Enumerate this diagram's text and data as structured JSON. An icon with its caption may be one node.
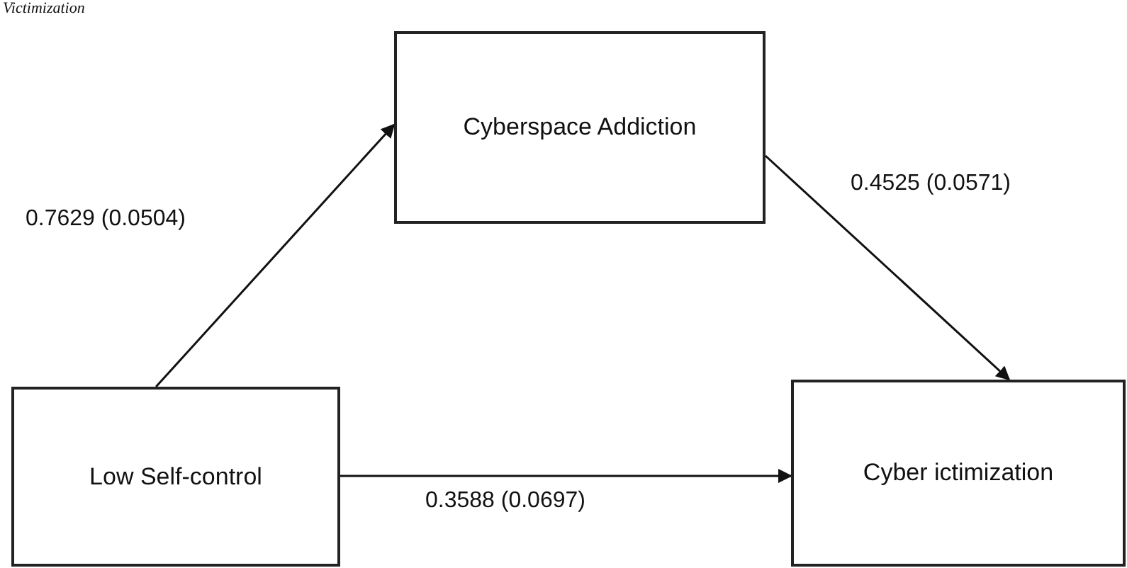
{
  "diagram": {
    "nodes": [
      {
        "text": [
          "Cyberspace Addiction"
        ]
      },
      {
        "text": [
          "Low Self-control"
        ]
      },
      {
        "text": [
          "Cyber ictimization"
        ]
      }
    ],
    "edges": [
      {
        "from": 1,
        "to": 0,
        "arrow": "to",
        "label": "0.7629 (0.0504)"
      },
      {
        "from": 0,
        "to": 2,
        "arrow": "to",
        "label": "0.4525 (0.0571)"
      },
      {
        "from": 1,
        "to": 2,
        "arrow": "to",
        "label": "0.3588 (0.0697)"
      }
    ],
    "labels": [
      "Victimization"
    ]
  }
}
